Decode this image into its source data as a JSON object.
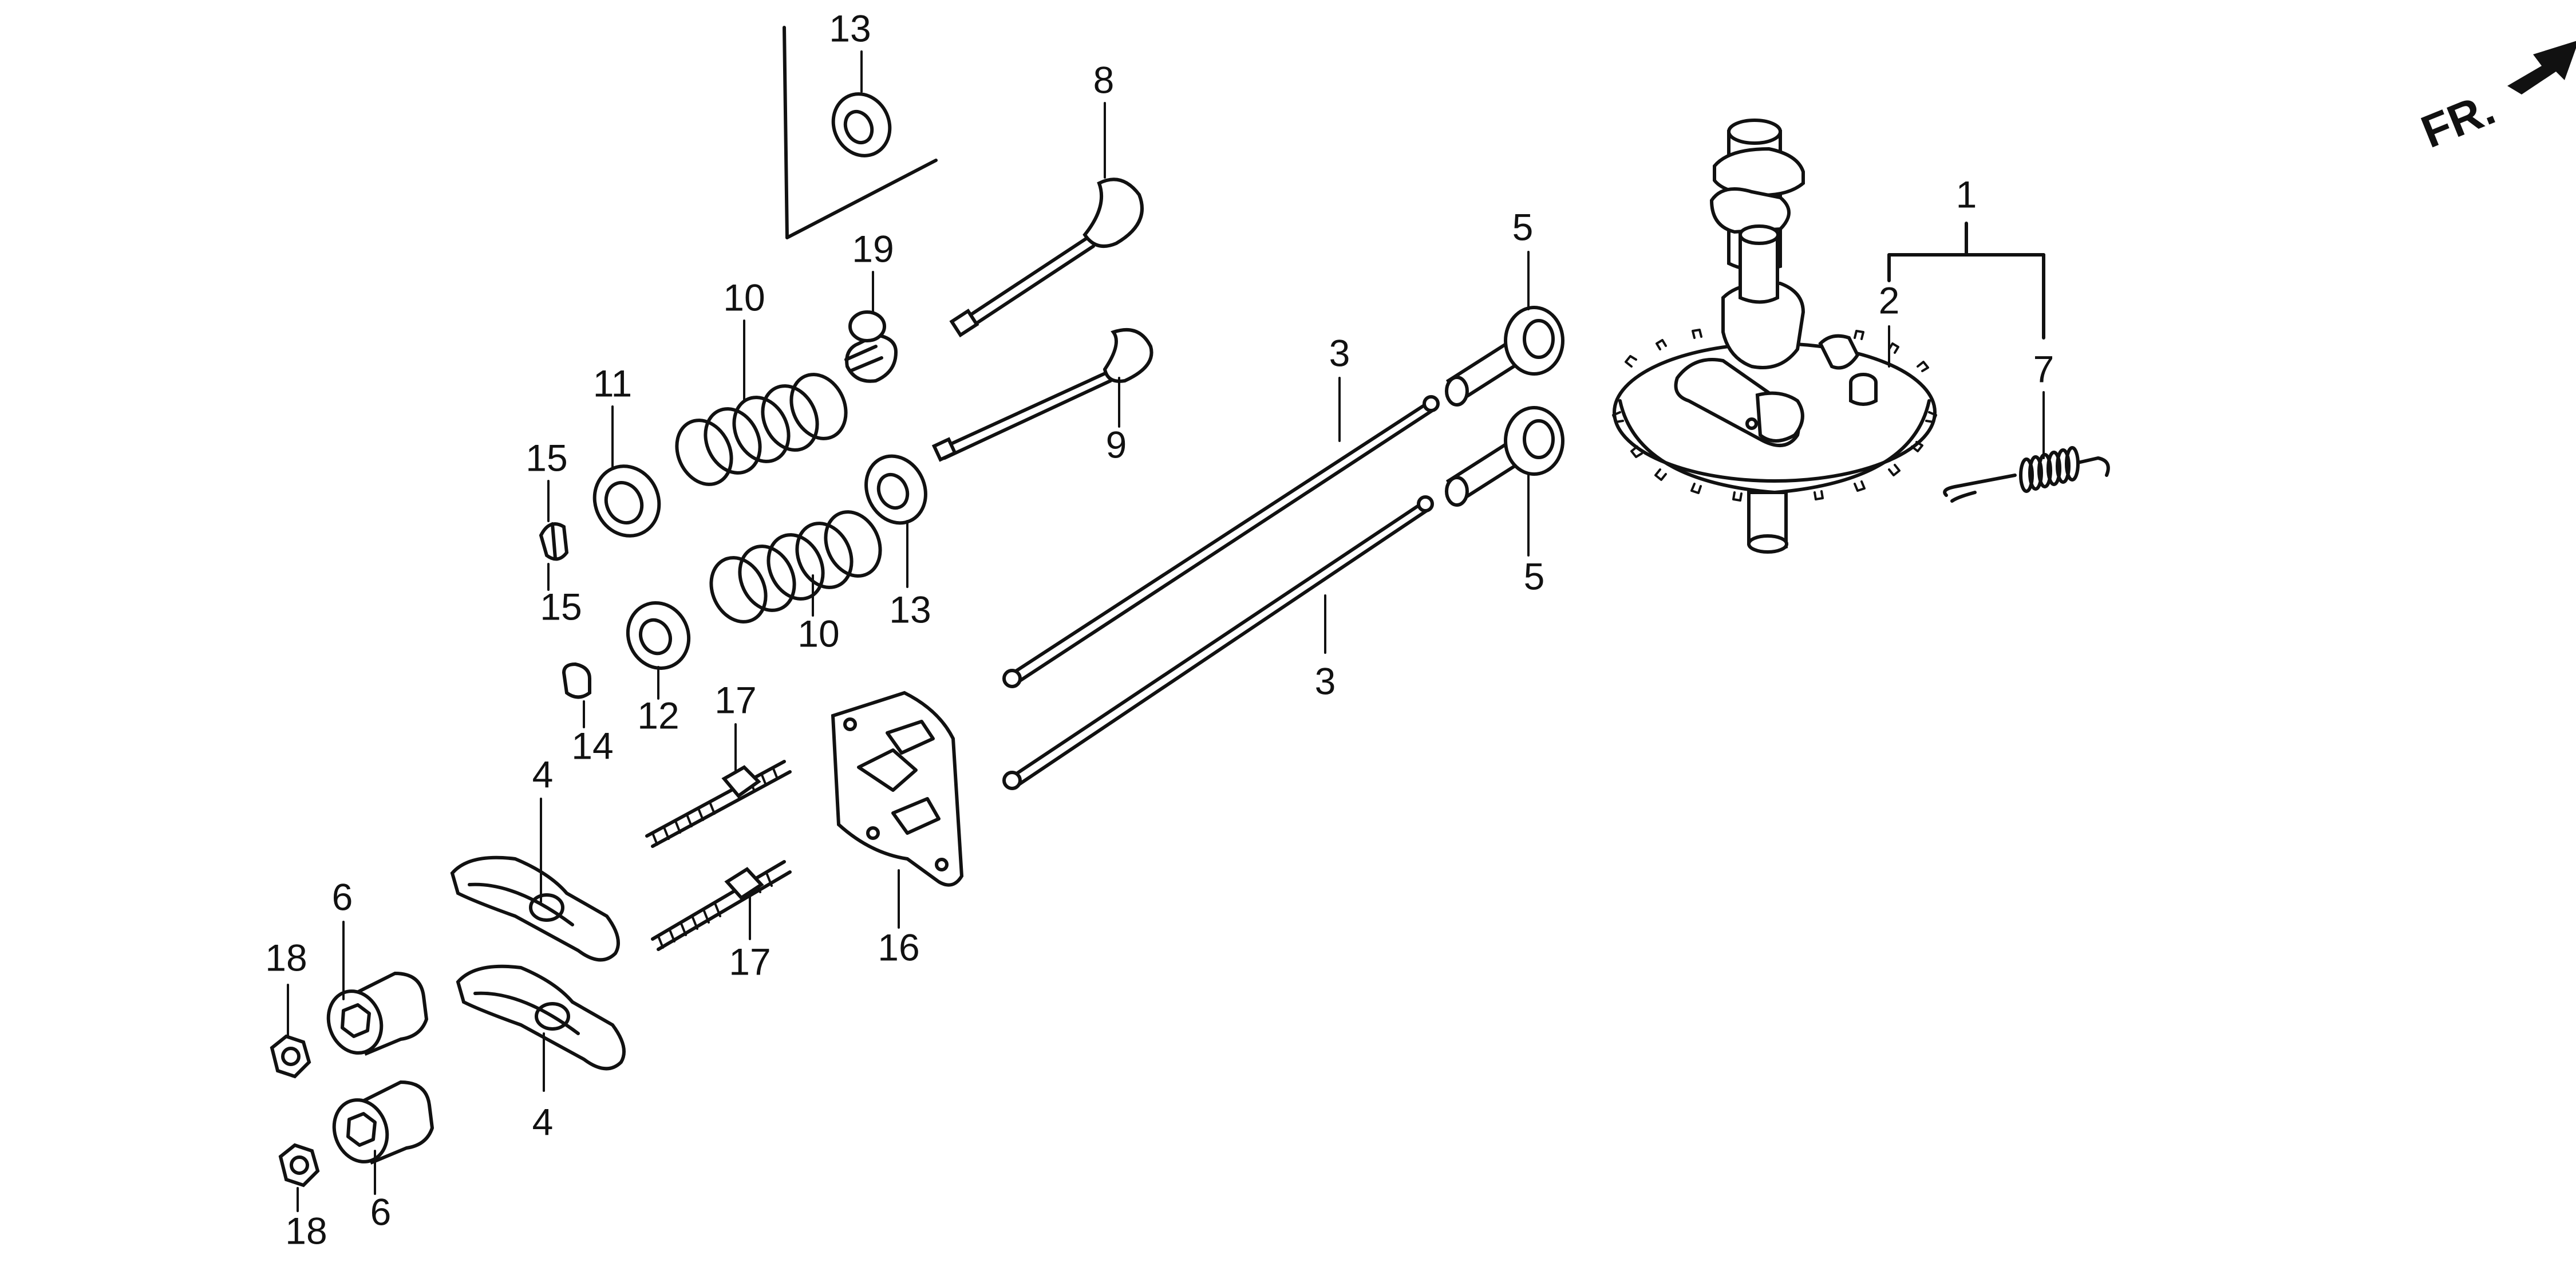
{
  "orientation_label": "FR.",
  "callouts": [
    {
      "id": "c13a",
      "text": "13"
    },
    {
      "id": "c8",
      "text": "8"
    },
    {
      "id": "c19",
      "text": "19"
    },
    {
      "id": "c10a",
      "text": "10"
    },
    {
      "id": "c11",
      "text": "11"
    },
    {
      "id": "c15a",
      "text": "15"
    },
    {
      "id": "c15b",
      "text": "15"
    },
    {
      "id": "c9",
      "text": "9"
    },
    {
      "id": "c13b",
      "text": "13"
    },
    {
      "id": "c10b",
      "text": "10"
    },
    {
      "id": "c12",
      "text": "12"
    },
    {
      "id": "c14",
      "text": "14"
    },
    {
      "id": "c17a",
      "text": "17"
    },
    {
      "id": "c4a",
      "text": "4"
    },
    {
      "id": "c17b",
      "text": "17"
    },
    {
      "id": "c16",
      "text": "16"
    },
    {
      "id": "c6a",
      "text": "6"
    },
    {
      "id": "c18a",
      "text": "18"
    },
    {
      "id": "c4b",
      "text": "4"
    },
    {
      "id": "c6b",
      "text": "6"
    },
    {
      "id": "c18b",
      "text": "18"
    },
    {
      "id": "c3a",
      "text": "3"
    },
    {
      "id": "c3b",
      "text": "3"
    },
    {
      "id": "c5a",
      "text": "5"
    },
    {
      "id": "c5b",
      "text": "5"
    },
    {
      "id": "c1",
      "text": "1"
    },
    {
      "id": "c2",
      "text": "2"
    },
    {
      "id": "c7",
      "text": "7"
    }
  ]
}
